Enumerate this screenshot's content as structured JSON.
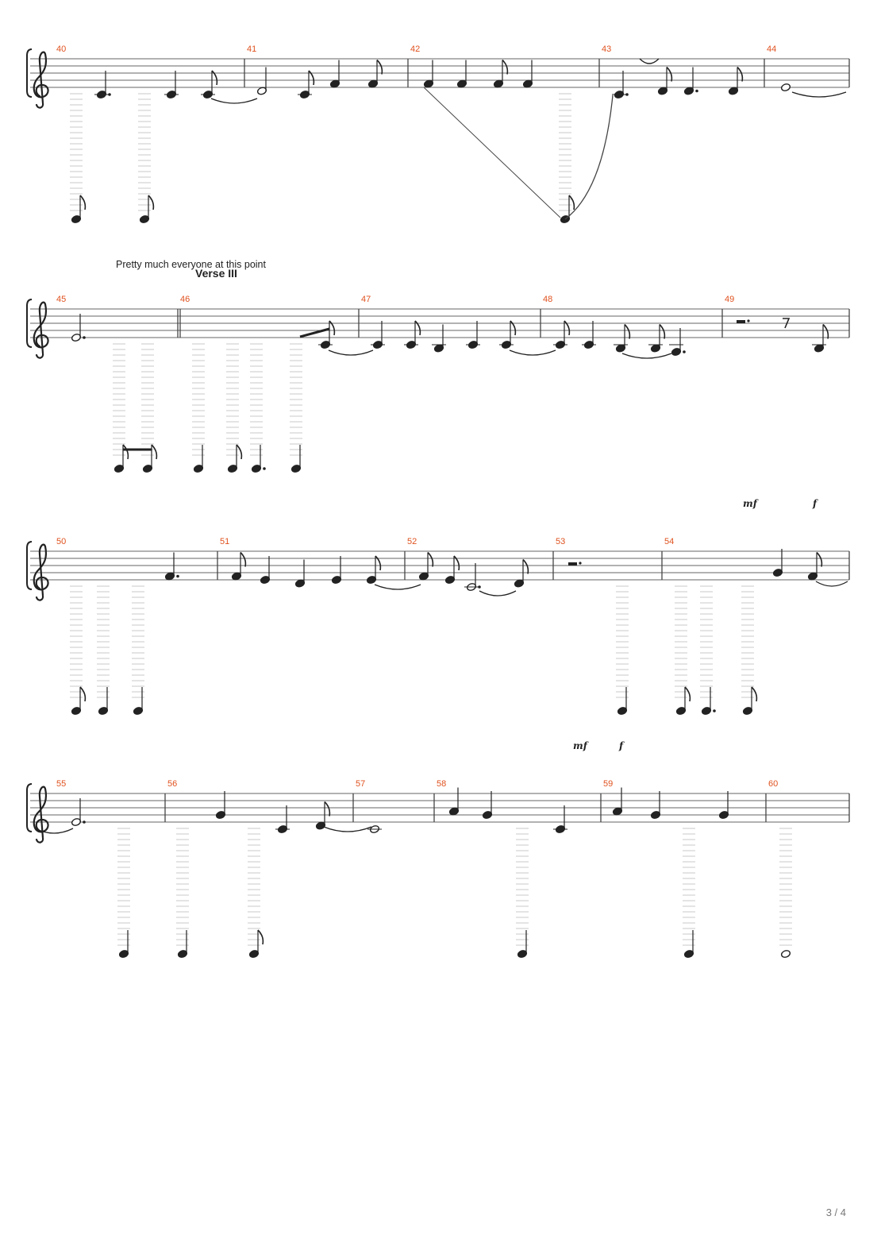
{
  "page": {
    "number_label": "3 / 4"
  },
  "annotations": {
    "text_note": "Pretty much everyone at this point",
    "section": "Verse III"
  },
  "systems": [
    {
      "measures": [
        "40",
        "41",
        "42",
        "43",
        "44"
      ],
      "dynamics": []
    },
    {
      "measures": [
        "45",
        "46",
        "47",
        "48",
        "49"
      ],
      "dynamics": [
        "mf",
        "f"
      ]
    },
    {
      "measures": [
        "50",
        "51",
        "52",
        "53",
        "54"
      ],
      "dynamics": [
        "mf",
        "f"
      ]
    },
    {
      "measures": [
        "55",
        "56",
        "57",
        "58",
        "59",
        "60"
      ],
      "dynamics": []
    }
  ]
}
